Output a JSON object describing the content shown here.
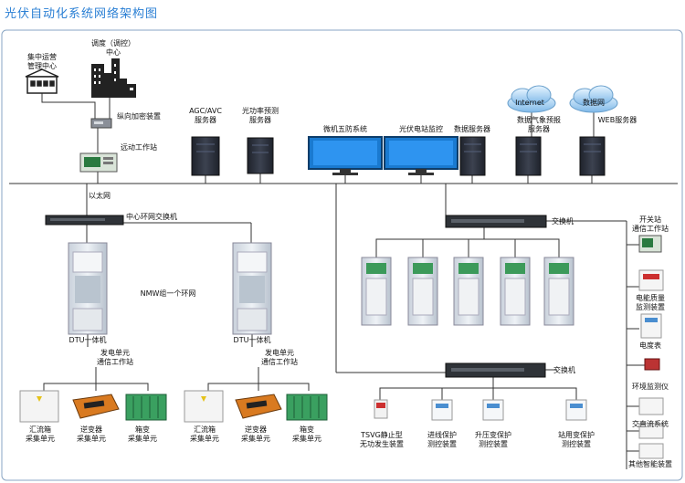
{
  "title": "光伏自动化系统网络架构图",
  "top": {
    "central_ops": "集中运营\n管理中心",
    "dispatch": "调度（调控）\n中心",
    "encrypt": "纵向加密装置",
    "telecontrol": "远动工作站",
    "agc": "AGC/AVC\n服务器",
    "power_forecast": "光功率预测\n服务器",
    "five_prevention": "微机五防系统",
    "pv_monitor": "光伏电站监控",
    "data_server": "数据服务器",
    "internet": "Internet",
    "data_net": "数据网",
    "weather_forecast": "数据气象预报\n服务器",
    "web_server": "WEB服务器"
  },
  "network": {
    "ethernet": "以太网",
    "ring_switch": "中心环网交换机",
    "switch1": "交换机",
    "switch2": "交换机",
    "nmw": "NMW组一个环网",
    "dtu": "DTU一体机"
  },
  "gen_units": {
    "station": "发电单元\n通信工作站",
    "combiner": "汇流箱\n采集单元",
    "inverter": "逆变器\n采集单元",
    "box_transformer": "箱变\n采集单元"
  },
  "right_panel": {
    "switch_station": "开关站\n通信工作站",
    "power_quality": "电能质量\n监测装置",
    "energy_meter": "电度表",
    "env_monitor": "环境监测仪",
    "acdc": "交直流系统",
    "other": "其他智能装置"
  },
  "protection": {
    "tsvg": "TSVG静止型\n无功发生装置",
    "line_protect": "进线保护\n测控装置",
    "step_up": "升压变保护\n测控装置",
    "station_transformer": "站用变保护\n测控装置"
  },
  "colors": {
    "title": "#2a7fd4",
    "frame": "#8aa6c4",
    "line": "#333333",
    "rack": "#2b2f3a",
    "monitor": "#1a7ad0",
    "cabinet": "#dde3ea",
    "box_green": "#3aa060",
    "inverter_orange": "#d97a20"
  }
}
